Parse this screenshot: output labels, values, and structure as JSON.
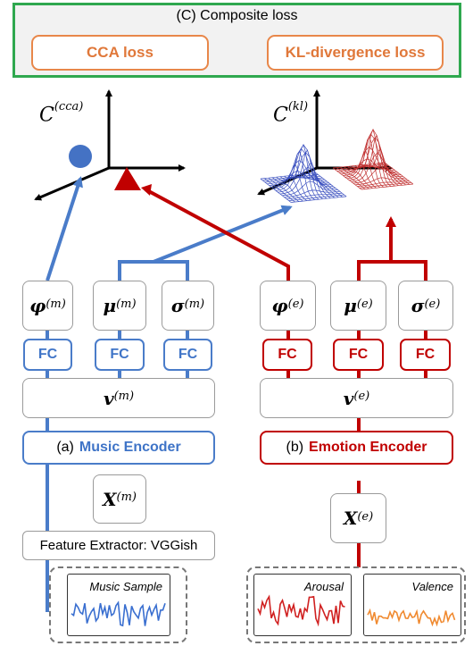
{
  "composite": {
    "title": "(C) Composite loss",
    "cca_label": "CCA loss",
    "kl_label": "KL-divergence loss"
  },
  "spaces": {
    "cca": {
      "base": "C",
      "sup": "(cca)"
    },
    "kl": {
      "base": "C",
      "sup": "(kl)"
    }
  },
  "music": {
    "phi": {
      "base": "φ",
      "sup": "(m)"
    },
    "mu": {
      "base": "μ",
      "sup": "(m)"
    },
    "sigma": {
      "base": "σ",
      "sup": "(m)"
    },
    "fc": [
      "FC",
      "FC",
      "FC"
    ],
    "v": {
      "base": "v",
      "sup": "(m)"
    },
    "encoder_prefix": "(a)",
    "encoder_name": "Music Encoder",
    "x": {
      "base": "X",
      "sup": "(m)"
    },
    "feature_extractor": "Feature Extractor: VGGish",
    "sample_label": "Music Sample",
    "color": "#4a7cc9"
  },
  "emotion": {
    "phi": {
      "base": "φ",
      "sup": "(e)"
    },
    "mu": {
      "base": "μ",
      "sup": "(e)"
    },
    "sigma": {
      "base": "σ",
      "sup": "(e)"
    },
    "fc": [
      "FC",
      "FC",
      "FC"
    ],
    "v": {
      "base": "v",
      "sup": "(e)"
    },
    "encoder_prefix": "(b)",
    "encoder_name": "Emotion Encoder",
    "x": {
      "base": "X",
      "sup": "(e)"
    },
    "arousal_label": "Arousal",
    "valence_label": "Valence",
    "color": "#c00000"
  }
}
